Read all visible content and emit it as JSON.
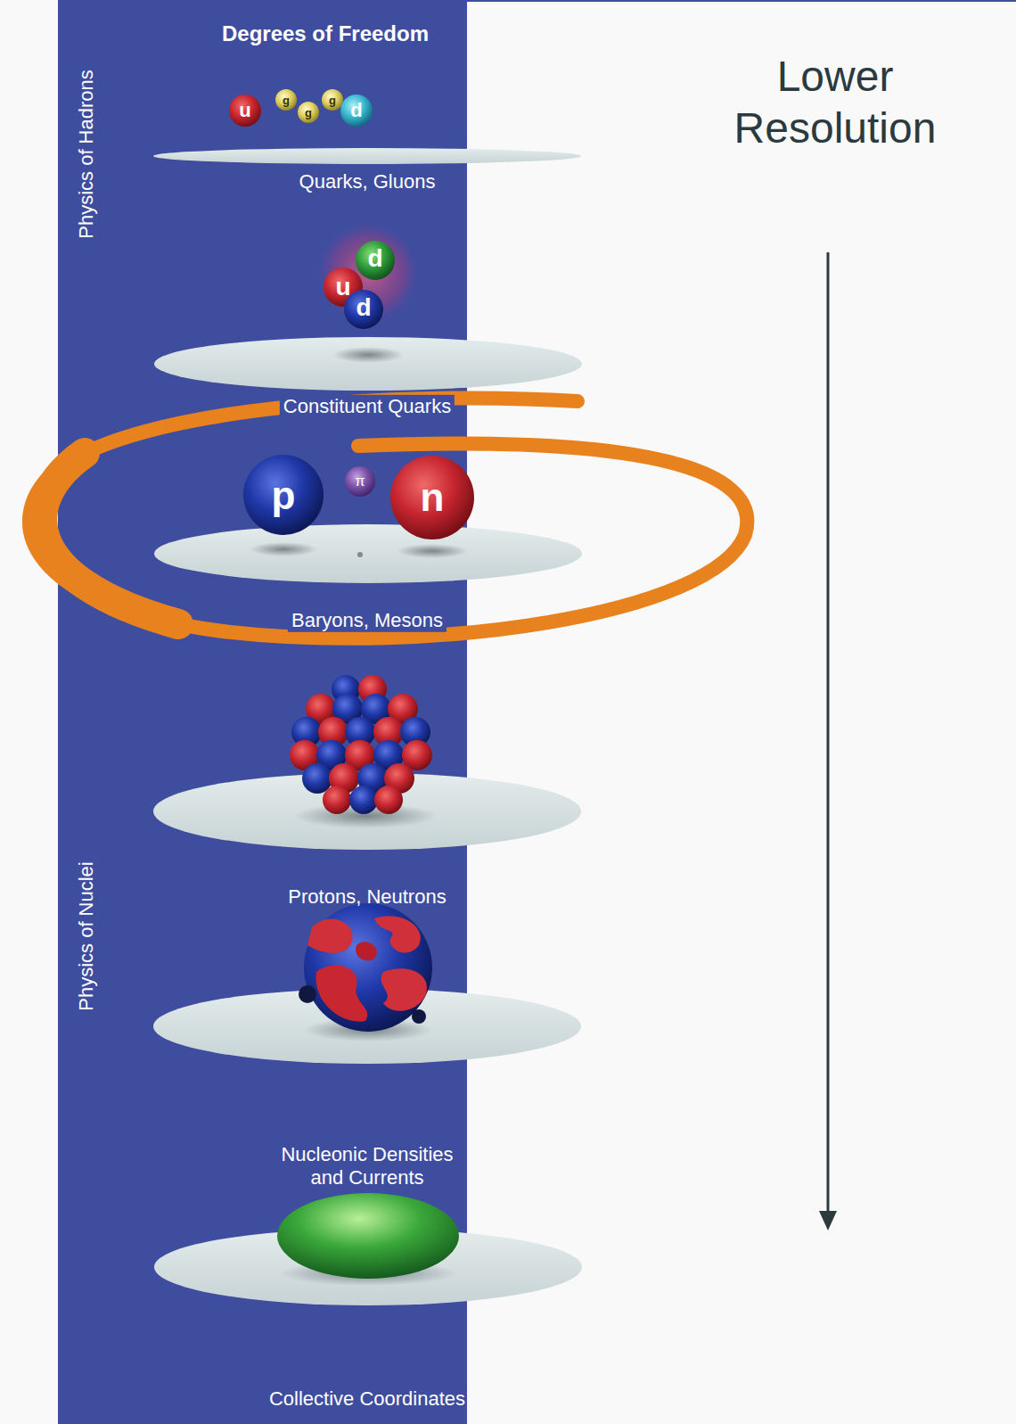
{
  "diagram": {
    "title": "Degrees of Freedom",
    "labels": [
      "Physics of Hadrons",
      "u",
      "g",
      "g",
      "g",
      "d",
      "Quarks, Gluons",
      "u",
      "d",
      "d",
      "Constituent Quarks",
      "p",
      "π",
      "n",
      "Baryons, Mesons",
      "Physics of Nuclei",
      "Protons, Neutrons",
      "Nucleonic Densities and Currents",
      "Collective Coordinates",
      "Lower Resolution"
    ]
  }
}
